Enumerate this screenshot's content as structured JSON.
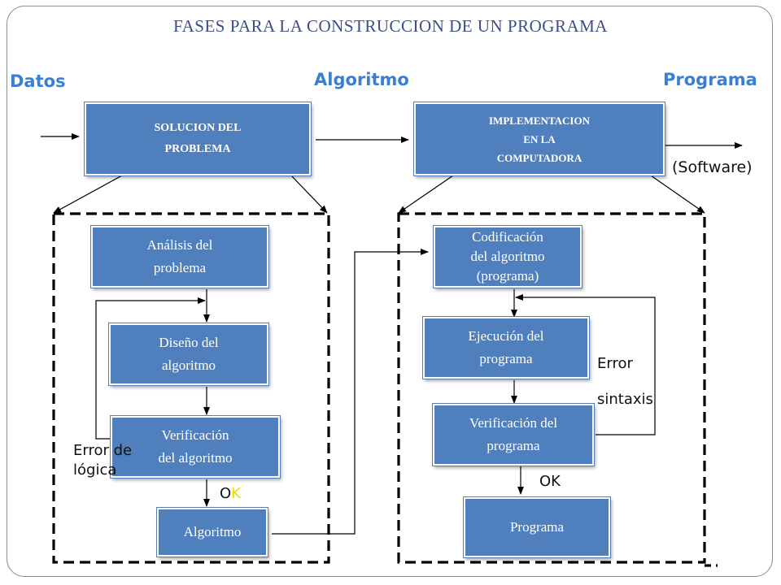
{
  "title": "FASES PARA LA CONSTRUCCION DE UN PROGRAMA",
  "headers": {
    "datos": "Datos",
    "algoritmo": "Algoritmo",
    "programa": "Programa"
  },
  "top_boxes": {
    "solucion": {
      "line1": "SOLUCION DEL",
      "line2": "PROBLEMA"
    },
    "implementacion": {
      "line1": "IMPLEMENTACION",
      "line2": "EN LA",
      "line3": "COMPUTADORA"
    }
  },
  "software_label": "(Software)",
  "left_steps": {
    "analisis": {
      "line1": "Análisis del",
      "line2": "problema"
    },
    "diseno": {
      "line1": "Diseño del",
      "line2": "algoritmo"
    },
    "verificacion": {
      "line1": "Verificación",
      "line2": "del algoritmo"
    },
    "algoritmo": "Algoritmo"
  },
  "right_steps": {
    "codificacion": {
      "line1": "Codificación",
      "line2": "del algoritmo",
      "line3": "(programa)"
    },
    "ejecucion": {
      "line1": "Ejecución del",
      "line2": "programa"
    },
    "verificacion": {
      "line1": "Verificación del",
      "line2": "programa"
    },
    "programa": "Programa"
  },
  "labels": {
    "error_logica_1": "Error de",
    "error_logica_2": "lógica",
    "ok_left_o": "O",
    "ok_left_k": "K",
    "error_sintaxis_1": "Error",
    "error_sintaxis_2": "sintaxis",
    "ok_right": "OK"
  },
  "colors": {
    "box_fill": "#4f7fbd",
    "title": "#3b4f86",
    "header": "#3a7fd1",
    "ok_k": "#e8e000"
  }
}
